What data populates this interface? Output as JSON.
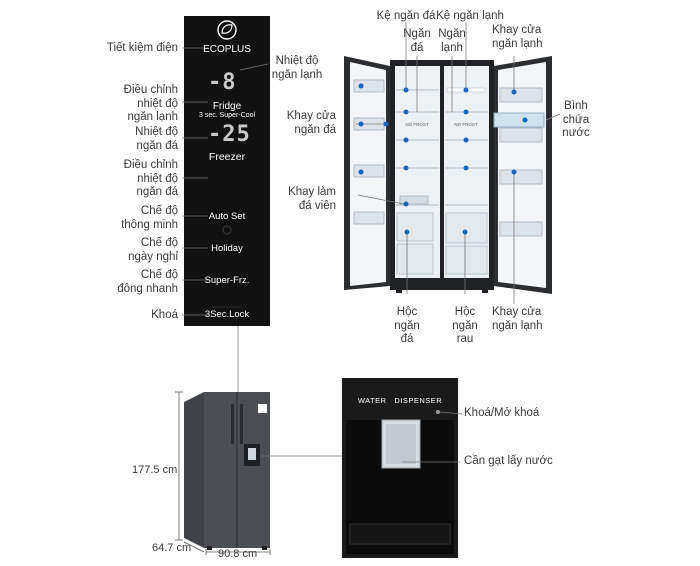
{
  "control_panel": {
    "brand_mode": "ECOPLUS",
    "fridge_temp": "-8",
    "fridge_label": "Fridge",
    "fridge_sub": "3 sec. Super-Cool",
    "freezer_temp": "-25",
    "freezer_label": "Freezer",
    "auto_set": "Auto Set",
    "holiday": "Holiday",
    "super_frz": "Super-Frz.",
    "lock": "3Sec.Lock"
  },
  "panel_labels": {
    "tiet_kiem": "Tiết kiệm điện",
    "nhiet_do_ngan_lanh": "Nhiệt độ\nngăn lạnh",
    "dieu_chinh_lanh": "Điều chỉnh\nnhiệt độ\nngăn lạnh",
    "nhiet_do_ngan_da": "Nhiệt độ\nngăn đá",
    "dieu_chinh_da": "Điều chỉnh\nnhiệt độ\nngăn đá",
    "che_do_thong_minh": "Chế độ\nthông minh",
    "che_do_ngay_nghi": "Chế độ\nngày nghỉ",
    "che_do_dong_nhanh": "Chế độ\nđông nhanh",
    "khoa": "Khoá"
  },
  "fridge_labels": {
    "ke_ngan_da": "Kệ ngăn đá",
    "ke_ngan_lanh": "Kệ ngăn lạnh",
    "ngan_da": "Ngăn\nđá",
    "ngan_lanh": "Ngăn\nlạnh",
    "khay_cua_ngan_lanh_top": "Khay cửa\nngăn lạnh",
    "khay_cua_ngan_da": "Khay cửa\nngăn đá",
    "binh_chua_nuoc": "Bình\nchứa\nnước",
    "khay_lam_da_vien": "Khay làm\nđá viên",
    "hoc_ngan_da": "Hộc\nngăn\nđá",
    "hoc_ngan_rau": "Hộc\nngăn\nrau",
    "khay_cua_ngan_lanh_bottom": "Khay cửa\nngăn lạnh",
    "no_frost": "NO FROST"
  },
  "dispenser": {
    "title": "WATER   DISPENSER",
    "lock_label": "Khoá/Mở khoá",
    "lever_label": "Cần gạt lấy nước"
  },
  "dimensions": {
    "height": "177.5 cm",
    "depth": "64.7 cm",
    "width": "90.8 cm"
  },
  "colors": {
    "callout_dot": "#1565c0",
    "leader_line": "#7a7a7a",
    "panel_bg": "#111111",
    "fridge_body": "#2b2d30",
    "interior": "#f4f6f8"
  }
}
